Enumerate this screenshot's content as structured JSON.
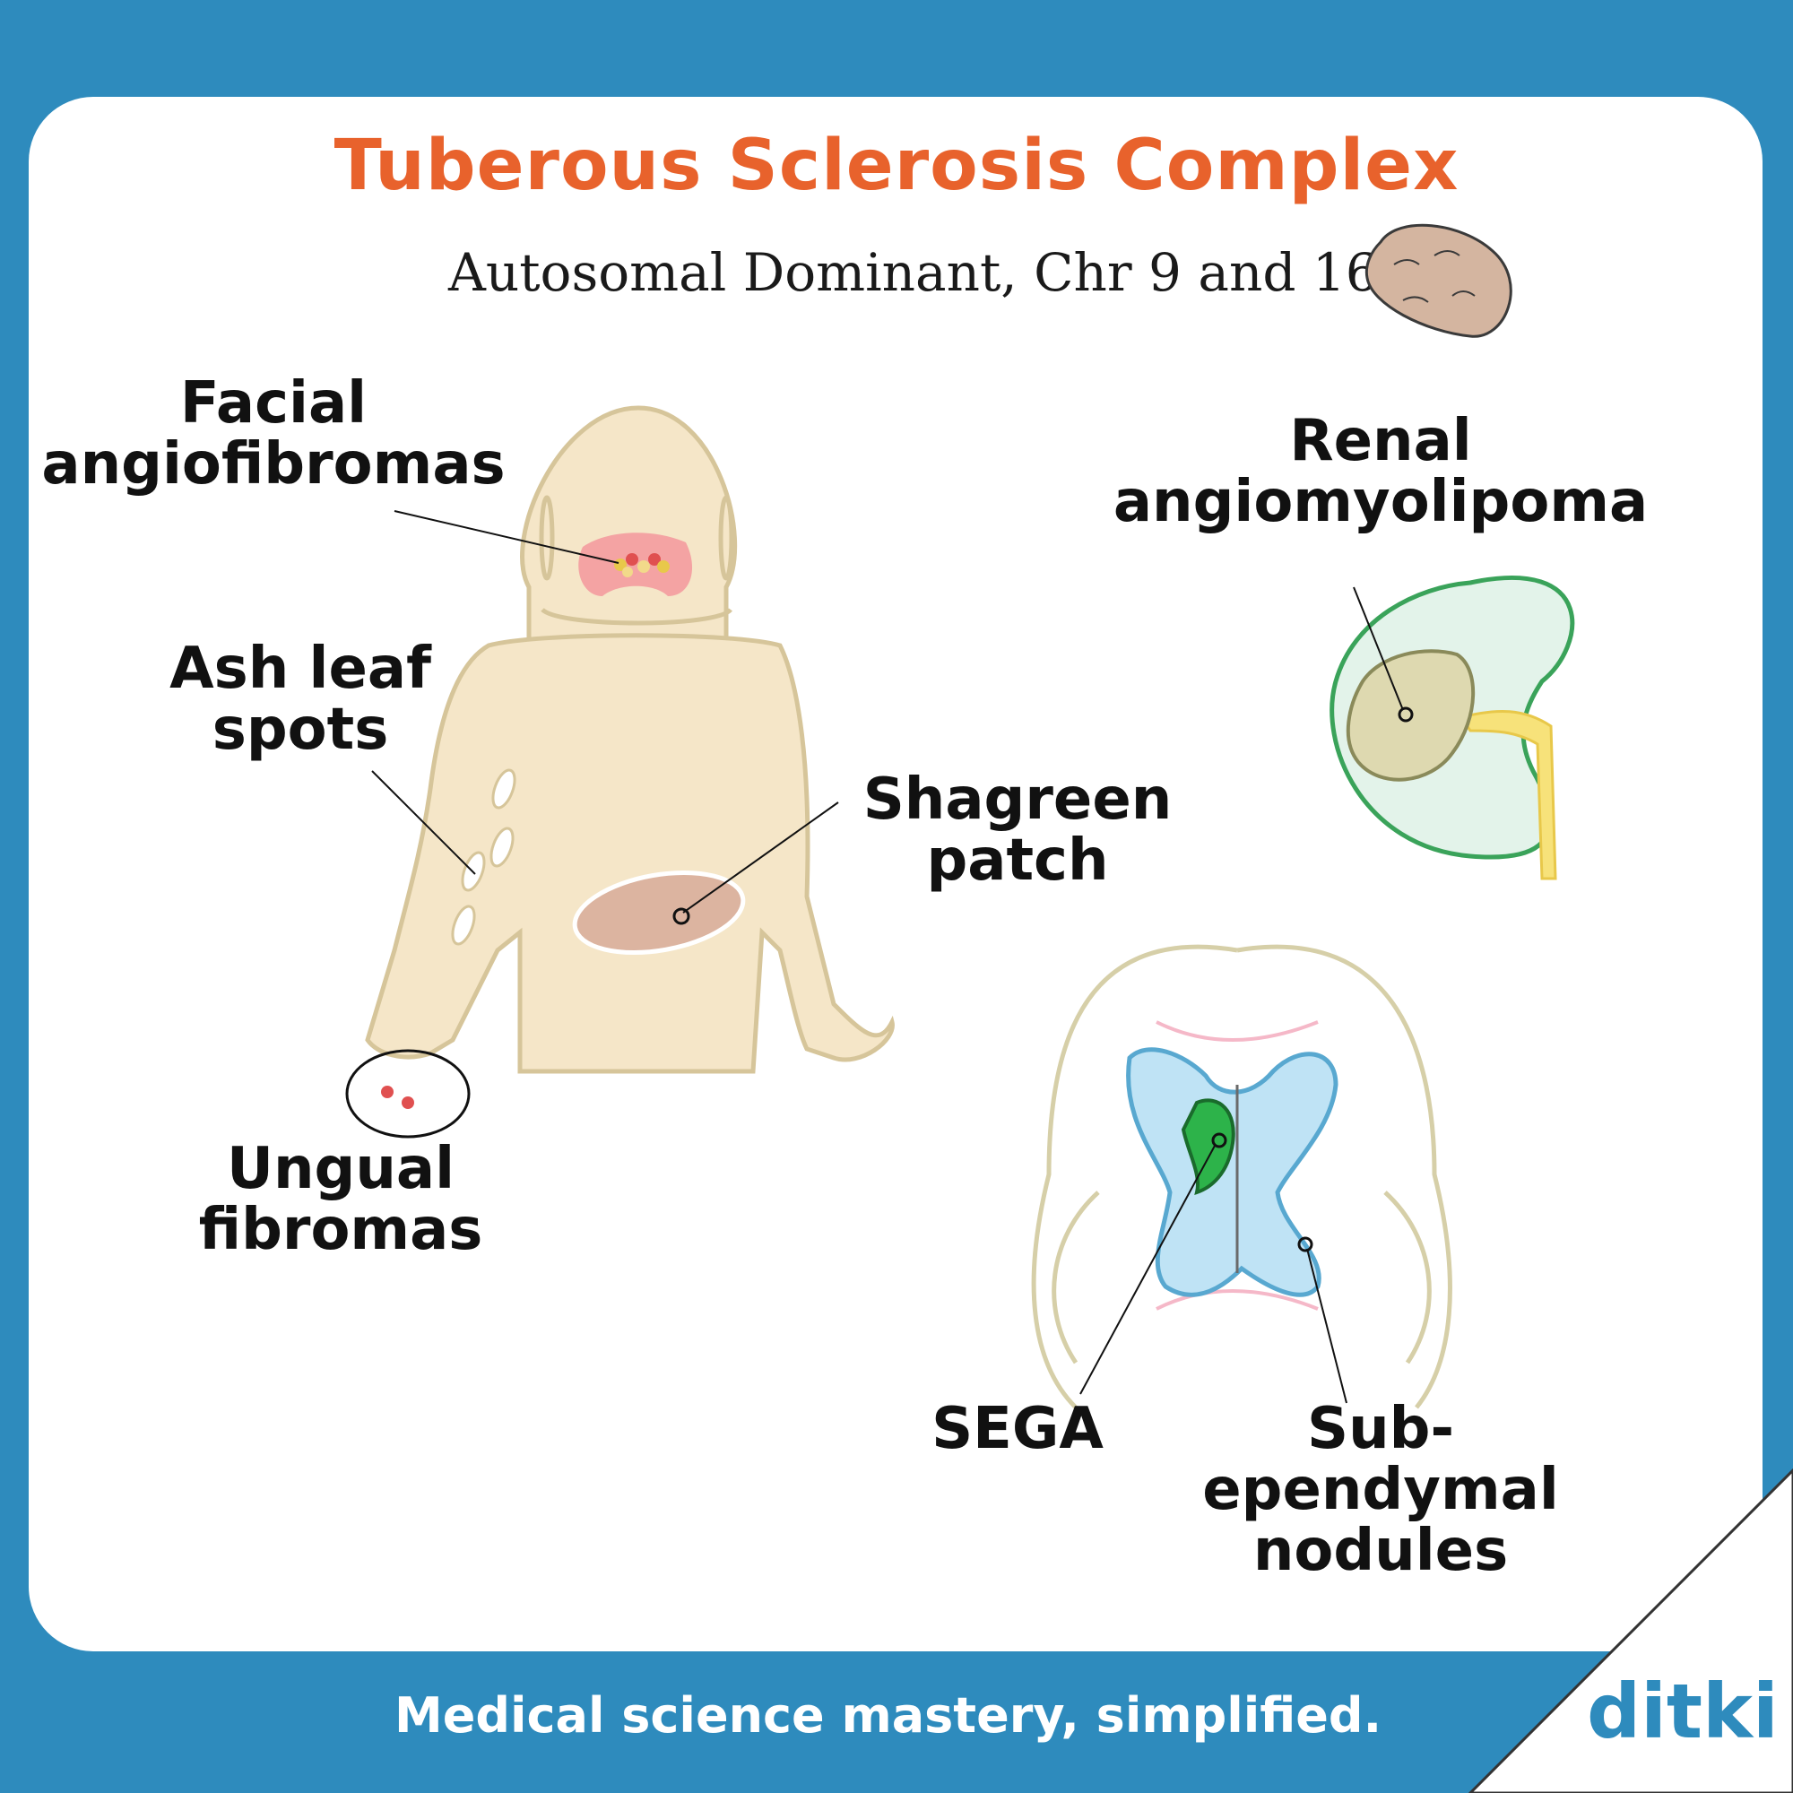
{
  "header": {
    "title": "Tuberous Sclerosis Complex",
    "subtitle": "Autosomal Dominant, Chr  9 and 16"
  },
  "labels": {
    "facial": [
      "Facial",
      "angiofibromas"
    ],
    "ash_leaf": [
      "Ash leaf",
      "spots"
    ],
    "shagreen": [
      "Shagreen",
      "patch"
    ],
    "ungual": [
      "Ungual",
      "fibromas"
    ],
    "renal": [
      "Renal",
      "angiomyolipoma"
    ],
    "sega": "SEGA",
    "subependymal": [
      "Sub-",
      "ependymal",
      "nodules"
    ]
  },
  "footer": {
    "tagline": "Medical science mastery, simplified.",
    "brand": "ditki"
  },
  "colors": {
    "frame": "#2e8bbd",
    "title": "#e8622c",
    "skin": "#f5e6c8",
    "ventricle": "#bfe3f5",
    "sega": "#2db34a",
    "kidney": "#e3f3ea"
  }
}
